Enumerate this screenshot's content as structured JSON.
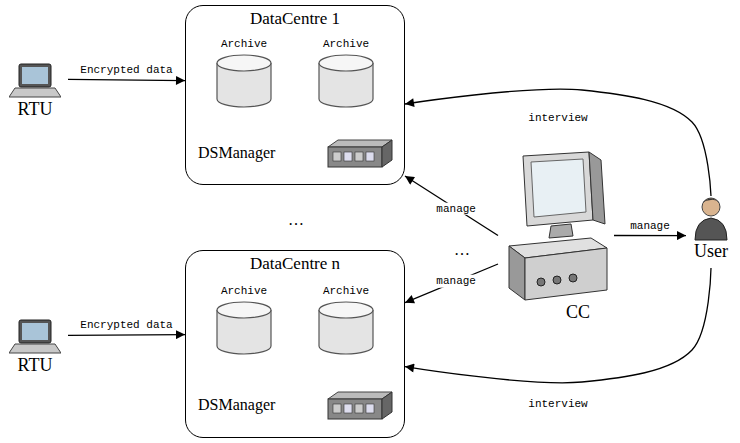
{
  "diagram": {
    "nodes": [
      {
        "text": [
          "DataCentre 1"
        ]
      },
      {
        "text": [
          "Archive"
        ],
        "in": 0
      },
      {
        "text": [
          "Archive"
        ],
        "in": 0
      },
      {
        "text": [
          "DSManager"
        ],
        "in": 0
      },
      {
        "text": [
          "RTU"
        ]
      },
      {
        "text": [
          "DataCentre n"
        ]
      },
      {
        "text": [
          "Archive"
        ],
        "in": 5
      },
      {
        "text": [
          "Archive"
        ],
        "in": 5
      },
      {
        "text": [
          "DSManager"
        ],
        "in": 5
      },
      {
        "text": [
          "RTU"
        ]
      },
      {
        "text": [
          "CC"
        ]
      },
      {
        "text": [
          "User"
        ]
      }
    ],
    "edges": [
      {
        "from": 4,
        "to": 0,
        "arrow": "to",
        "label": "Encrypted data"
      },
      {
        "from": 9,
        "to": 5,
        "arrow": "to",
        "label": "Encrypted data"
      },
      {
        "from": 10,
        "to": 0,
        "arrow": "to",
        "label": "manage"
      },
      {
        "from": 10,
        "to": 5,
        "arrow": "to",
        "label": "manage"
      },
      {
        "from": 10,
        "to": 11,
        "arrow": "to",
        "label": "manage"
      },
      {
        "from": 11,
        "to": 0,
        "arrow": "to",
        "label": "interview"
      },
      {
        "from": 11,
        "to": 5,
        "arrow": "to",
        "label": "interview"
      }
    ],
    "labels": [
      "…",
      "…"
    ]
  }
}
